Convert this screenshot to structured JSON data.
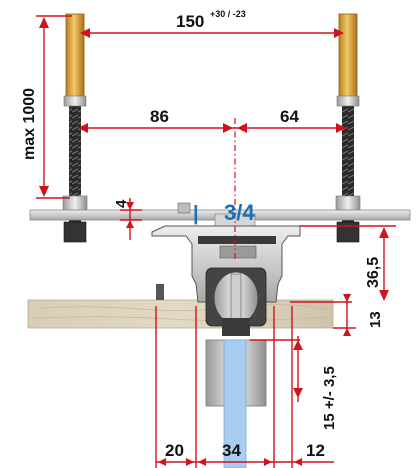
{
  "labels": {
    "span_top": "150",
    "span_top_tol": "+30 / -23",
    "left_offset": "86",
    "right_offset": "64",
    "max_height": "max 1000",
    "plate_thickness": "4",
    "rod_size": "3/4",
    "rail_height": "36,5",
    "ceiling_thickness": "13",
    "glass_gap": "15 +/- 3,5",
    "bottom_left": "20",
    "bottom_mid": "34",
    "bottom_right": "12"
  },
  "colors": {
    "dimension": "#d0131b",
    "accent_blue": "#1b6fb5",
    "glass": "#a9cdf0",
    "wood": "#ddd3bd",
    "metal": "#cfcfcf",
    "threaded_rod": "#2b2b2b",
    "anchor_sleeve": "#e0ac3a"
  }
}
